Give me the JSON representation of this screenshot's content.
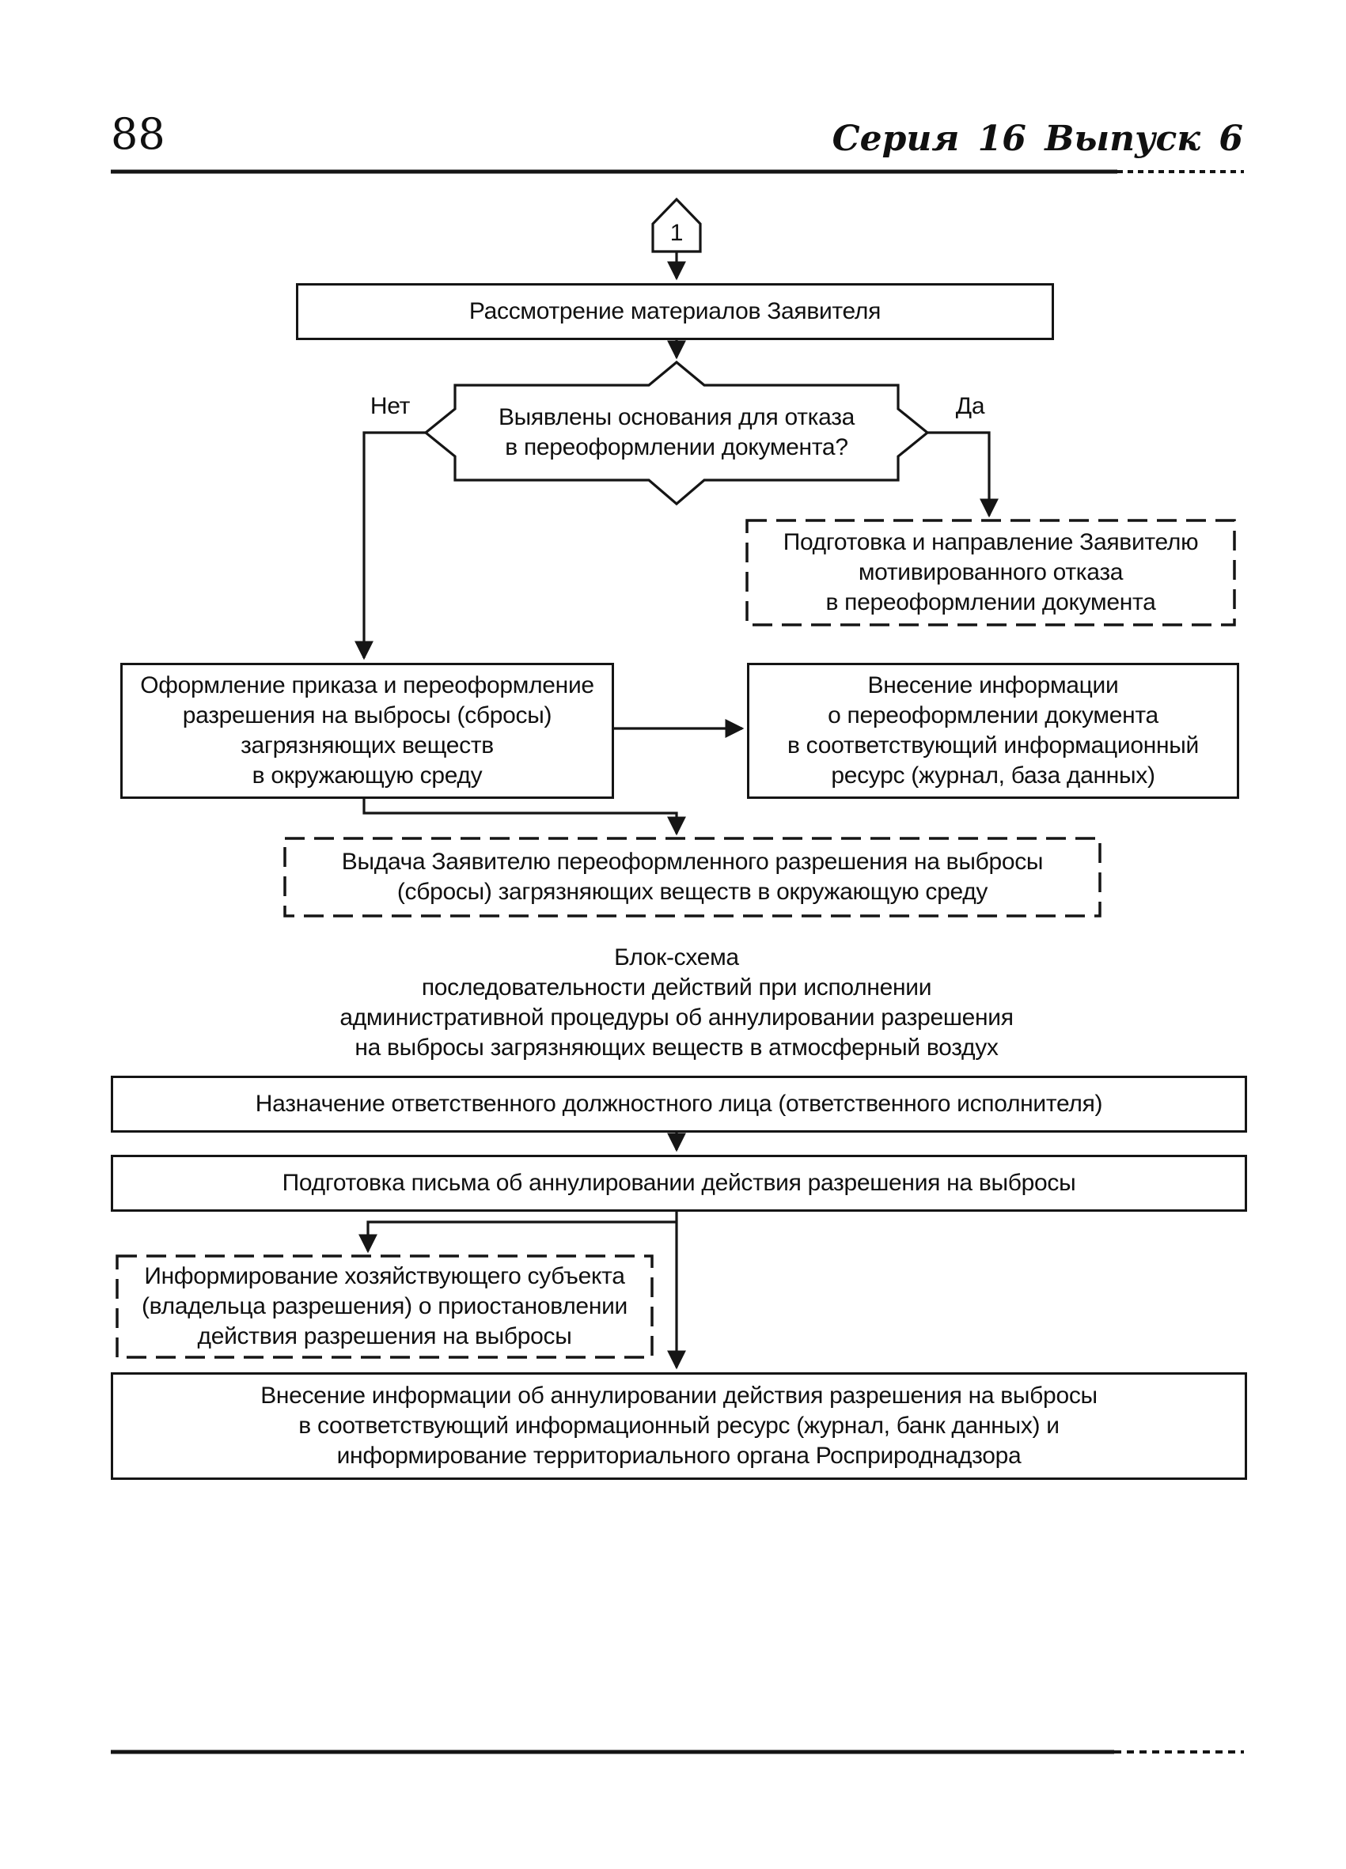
{
  "page": {
    "page_number": "88",
    "header_right": "Серия 16 Выпуск 6"
  },
  "flowchart_reissue": {
    "connector_label": "1",
    "review_box": "Рассмотрение материалов Заявителя",
    "decision": {
      "lines": [
        "Выявлены основания для отказа",
        "в переоформлении документа?"
      ],
      "no_label": "Нет",
      "yes_label": "Да"
    },
    "refusal_box": [
      "Подготовка и направление Заявителю",
      "мотивированного отказа",
      "в переоформлении документа"
    ],
    "order_box": [
      "Оформление приказа и переоформление",
      "разрешения на выбросы (сбросы)",
      "загрязняющих веществ",
      "в окружающую среду"
    ],
    "info_box": [
      "Внесение информации",
      "о переоформлении документа",
      "в соответствующий информационный",
      "ресурс (журнал, база данных)"
    ],
    "issue_box": [
      "Выдача Заявителю переоформленного разрешения на выбросы",
      "(сбросы) загрязняющих веществ в окружающую среду"
    ]
  },
  "flowchart_annul": {
    "title": [
      "Блок-схема",
      "последовательности действий при исполнении",
      "административной процедуры об аннулировании разрешения",
      "на выбросы загрязняющих веществ в атмосферный воздух"
    ],
    "assign_box": "Назначение ответственного должностного лица (ответственного исполнителя)",
    "letter_box": "Подготовка письма об аннулировании действия разрешения на выбросы",
    "inform_box": [
      "Информирование хозяйствующего субъекта",
      "(владельца разрешения) о приостановлении",
      "действия разрешения на выбросы"
    ],
    "record_box": [
      "Внесение информации об аннулировании действия разрешения на выбросы",
      "в соответствующий информационный ресурс (журнал, банк данных) и",
      "информирование территориального органа Росприроднадзора"
    ]
  }
}
